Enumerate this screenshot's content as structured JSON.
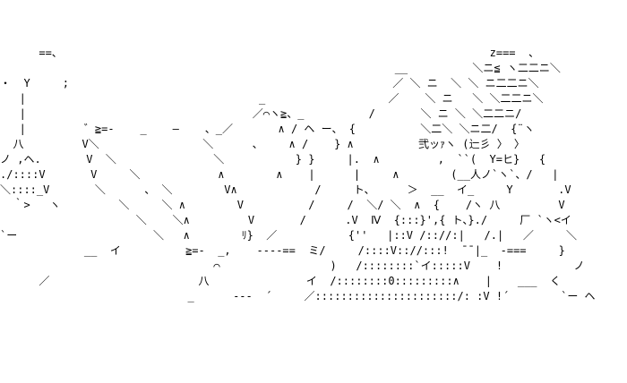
{
  "art": {
    "lines": [
      "",
      "",
      "",
      "      ==、                                                                  z===  、",
      "                                                             __          ＼ニ≦ ヽ二二ニ＼",
      "・  Y     ;                                                  ／ ＼ ニ  ＼ ＼ ニ二二ニ＼",
      "   |                                    _                   ／    ＼ ニ   ＼ ＼二二ニ＼",
      "   |                                   ／⌒ヽ≧、_          /       ＼ ニ ＼ ＼二二ニ/",
      "   |         ゛≧=-    _    ―    、_／       ∧ / ヘ ー、 {          ＼二＼ ＼ニ二/  {¨ヽ",
      "  八         V＼                ＼      、    ∧ /    } ∧          弐ッｧヽ (辷彡 〉 〉",
      "ノ ,ヘ.       V  ＼               ＼           } }     |.  ∧         ,  ``(  Y=ヒ}   {",
      "./::::V       V     ＼            ∧        ∧    |      |     ∧        (__人ノ`ヽ`、/   |",
      "＼::::_V       ＼      、 ＼        V∧            /     ト、     ＞  __  イ_     Y       .V",
      "  ｀>   ヽ         ＼     ＼ ∧        V          /     /  ＼/ ＼  ∧  {    /ヽ 八         V",
      "                     ＼    ＼∧         V       /      .V  Ⅳ  {:::}',{ ト、}./     厂 `ヽ<イ",
      "`ー                     ＼   ∧        ﾘ}  ／           {''   |::V /:://:|   /.|   ／     ＼",
      "             __  イ          ≧=-  _,    ----==  ミ/     /::::V:://:::!  ¯¯|_  -===     }",
      "                                 ⌒                 )   /::::::::`イ:::::V    !           ノ",
      "      ／                       八               イ  /::::::::0:::::::::∧    |    ___  く",
      "                             _      ---  ´     ／::::::::::::::::::::::/: :V !´        `ー ヘ"
    ]
  }
}
